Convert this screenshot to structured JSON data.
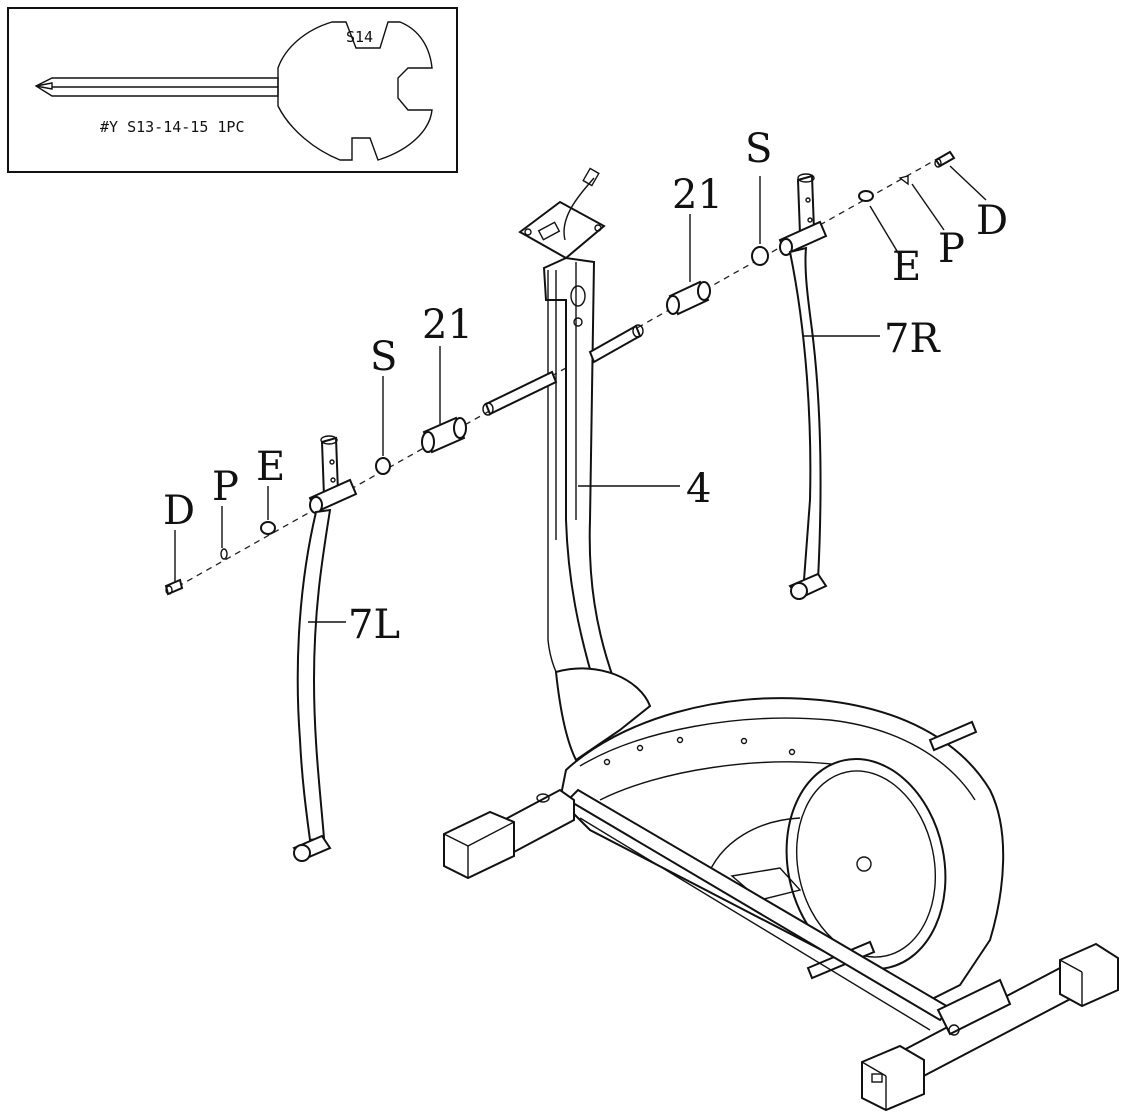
{
  "tool_box": {
    "stamp": "S14",
    "caption": "#Y S13-14-15 1PC"
  },
  "labels": {
    "s_right": "S",
    "n21_right": "21",
    "d_right": "D",
    "p_right": "P",
    "e_right": "E",
    "n7r": "7R",
    "s_left": "S",
    "n21_left": "21",
    "n4": "4",
    "e_left": "E",
    "p_left": "P",
    "d_left": "D",
    "n7l": "7L"
  },
  "colors": {
    "line": "#111111",
    "background": "#ffffff"
  }
}
